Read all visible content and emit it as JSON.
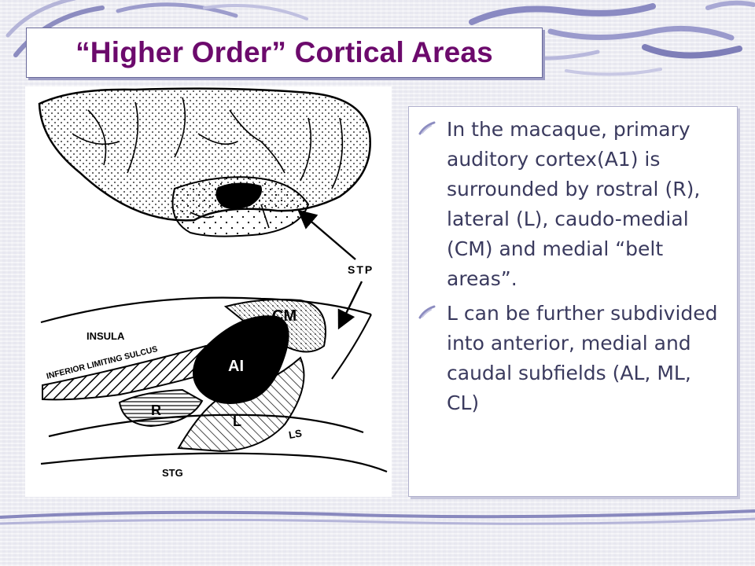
{
  "slide": {
    "title": "“Higher Order” Cortical Areas"
  },
  "bullets": [
    {
      "text": "In the macaque, primary auditory cortex(A1) is surrounded by rostral (R), lateral (L), caudo-medial (CM) and medial “belt areas”."
    },
    {
      "text": "L can be further subdivided into anterior, medial and caudal subfields (AL, ML, CL)"
    }
  ],
  "figure": {
    "labels": {
      "stp": "STP",
      "insula": "INSULA",
      "sulcus": "INFERIOR LIMITING SULCUS",
      "ai": "AI",
      "cm": "CM",
      "r": "R",
      "l": "L",
      "ls": "LS",
      "stg": "STG"
    }
  },
  "theme": {
    "title_color": "#6c0a6c",
    "text_color": "#3a3a5e",
    "accent": "#9c9cc4"
  }
}
